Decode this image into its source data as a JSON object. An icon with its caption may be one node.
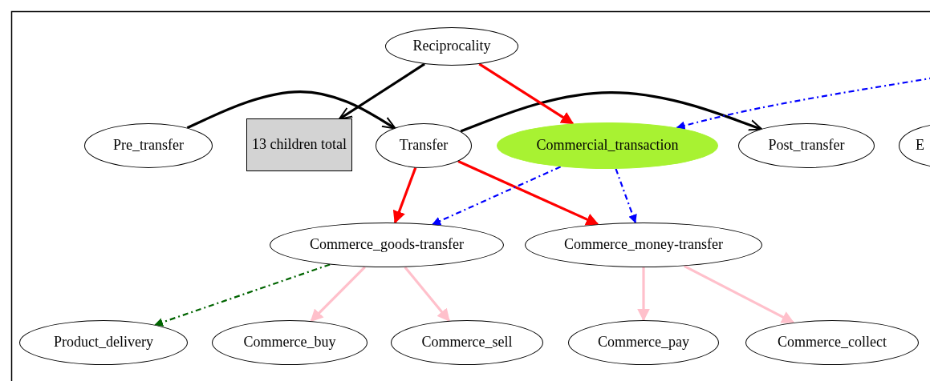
{
  "diagram": {
    "nodes": [
      {
        "text": [
          "Reciprocality"
        ]
      },
      {
        "text": [
          "Pre_transfer"
        ]
      },
      {
        "text": [
          "13 children total"
        ]
      },
      {
        "text": [
          "Transfer"
        ]
      },
      {
        "text": [
          "Commercial_transaction"
        ]
      },
      {
        "text": [
          "Post_transfer"
        ]
      },
      {
        "text": [
          "E"
        ]
      },
      {
        "text": [
          "Commerce_goods-transfer"
        ]
      },
      {
        "text": [
          "Commerce_money-transfer"
        ]
      },
      {
        "text": [
          "Product_delivery"
        ]
      },
      {
        "text": [
          "Commerce_buy"
        ]
      },
      {
        "text": [
          "Commerce_sell"
        ]
      },
      {
        "text": [
          "Commerce_pay"
        ]
      },
      {
        "text": [
          "Commerce_collect"
        ]
      }
    ],
    "edges": [
      {
        "from": 0,
        "to": 2,
        "arrow": "to",
        "color": "#000000"
      },
      {
        "from": 1,
        "to": 3,
        "arrow": "to",
        "color": "#000000"
      },
      {
        "from": 3,
        "to": 5,
        "arrow": "to",
        "color": "#000000"
      },
      {
        "from": 0,
        "to": 4,
        "arrow": "to",
        "color": "#ff0000"
      },
      {
        "from": null,
        "to": 4,
        "arrow": "to",
        "style": "dashed",
        "color": "#0000ff"
      },
      {
        "from": 3,
        "to": 7,
        "arrow": "to",
        "color": "#ff0000"
      },
      {
        "from": 3,
        "to": 8,
        "arrow": "to",
        "color": "#ff0000"
      },
      {
        "from": 4,
        "to": 7,
        "arrow": "to",
        "style": "dashed",
        "color": "#0000ff"
      },
      {
        "from": 4,
        "to": 8,
        "arrow": "to",
        "style": "dashed",
        "color": "#0000ff"
      },
      {
        "from": 7,
        "to": 9,
        "arrow": "to",
        "style": "dashed",
        "color": "#006400"
      },
      {
        "from": 7,
        "to": 10,
        "arrow": "to",
        "color": "#ffc0cb"
      },
      {
        "from": 7,
        "to": 11,
        "arrow": "to",
        "color": "#ffc0cb"
      },
      {
        "from": 8,
        "to": 12,
        "arrow": "to",
        "color": "#ffc0cb"
      },
      {
        "from": 8,
        "to": 13,
        "arrow": "to",
        "color": "#ffc0cb"
      }
    ]
  }
}
